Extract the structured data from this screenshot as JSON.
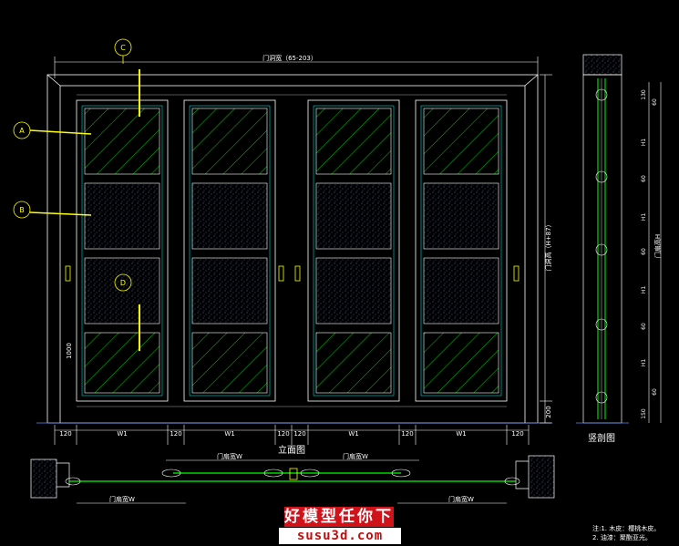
{
  "drawing": {
    "overall_width_label": "门洞宽（65-203）",
    "overall_height_label": "门洞高（H+87）",
    "elevation_title": "立面图",
    "section_title": "竖剖图",
    "plan_labels": [
      "门扇宽W",
      "门扇宽W",
      "门扇宽W",
      "门扇宽W"
    ],
    "bottom_dims": [
      "120",
      "W1",
      "120",
      "W1",
      "120",
      "120",
      "W1",
      "120",
      "W1",
      "120"
    ],
    "height_1000": "1000",
    "height_200": "200",
    "callouts": [
      "A",
      "B",
      "C",
      "D"
    ],
    "section_dims": [
      "130",
      "60",
      "H1",
      "60",
      "H1",
      "60",
      "H1",
      "60",
      "H1",
      "60",
      "150"
    ],
    "section_height_label": "门扇高H"
  },
  "notes": {
    "line1": "注:1. 木皮：樱桃木皮。",
    "line2": "2. 油漆：聚酯亚光。"
  },
  "watermark": {
    "top": "好模型任你下",
    "bottom": "susu3d.com"
  },
  "colors": {
    "background": "#000000",
    "cad_white": "#ffffff",
    "cad_yellow": "#ffff00",
    "cad_green": "#00ff00",
    "cad_cyan": "#00ffff",
    "watermark_red": "#d0121b"
  }
}
